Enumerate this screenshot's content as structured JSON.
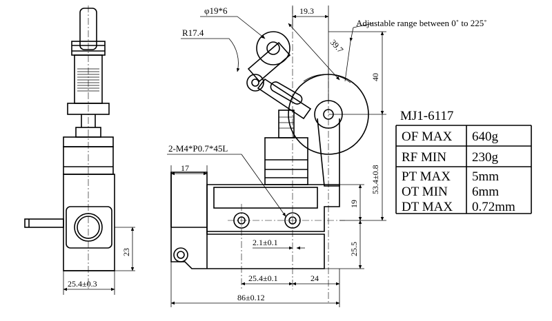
{
  "labels": {
    "phi": "φ19*6",
    "radius": "R17.4",
    "top_width": "19.3",
    "adjustable": "Adjustable range between 0˚ to 225˚",
    "arm": "39.7",
    "height40": "40",
    "height53": "53.4±0.8",
    "height19": "19",
    "height25": "25.5",
    "screw": "2-M4*P0.7*45L",
    "w17": "17",
    "w21": "2.1±0.1",
    "w254b": "25.4±0.1",
    "w24": "24",
    "w86": "86±0.12",
    "w254a": "25.4±0.3",
    "h23": "23"
  },
  "spec": {
    "model": "MJ1-6117",
    "rows": [
      {
        "name": "OF MAX",
        "value": "640g"
      },
      {
        "name": "RF MIN",
        "value": "230g"
      },
      {
        "name": "PT MAX",
        "value": "5mm"
      },
      {
        "name": "OT MIN",
        "value": "6mm"
      },
      {
        "name": "DT MAX",
        "value": "0.72mm"
      }
    ]
  }
}
